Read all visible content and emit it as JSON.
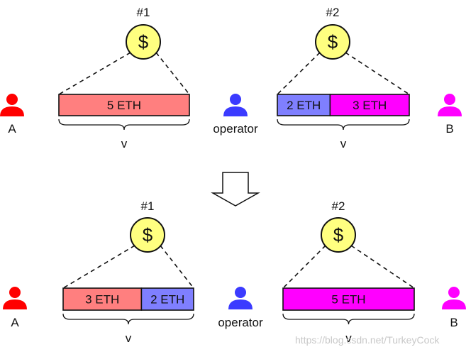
{
  "colors": {
    "party_a": "#ff0000",
    "operator": "#3b3bff",
    "party_b": "#ff00ff",
    "coin_fill": "#ffff80",
    "seg_salmon": "#ff7f7f",
    "seg_blue": "#7f7fff",
    "seg_magenta": "#ff00ff",
    "arrow_fill": "#ffffff"
  },
  "icons": {
    "person": "person-icon",
    "coin": "dollar-coin-icon",
    "arrow": "down-arrow-icon"
  },
  "coin_symbol": "$",
  "states": [
    {
      "party_a_label": "A",
      "operator_label": "operator",
      "party_b_label": "B",
      "channels": [
        {
          "id": "#1",
          "brace_label": "v",
          "segments": [
            {
              "label": "5 ETH",
              "amount": 5,
              "color": "#ff7f7f"
            }
          ]
        },
        {
          "id": "#2",
          "brace_label": "v",
          "segments": [
            {
              "label": "2 ETH",
              "amount": 2,
              "color": "#7f7fff"
            },
            {
              "label": "3 ETH",
              "amount": 3,
              "color": "#ff00ff"
            }
          ]
        }
      ]
    },
    {
      "party_a_label": "A",
      "operator_label": "operator",
      "party_b_label": "B",
      "channels": [
        {
          "id": "#1",
          "brace_label": "v",
          "segments": [
            {
              "label": "3 ETH",
              "amount": 3,
              "color": "#ff7f7f"
            },
            {
              "label": "2 ETH",
              "amount": 2,
              "color": "#7f7fff"
            }
          ]
        },
        {
          "id": "#2",
          "brace_label": "v",
          "segments": [
            {
              "label": "5 ETH",
              "amount": 5,
              "color": "#ff00ff"
            }
          ]
        }
      ]
    }
  ],
  "watermark": "https://blog.csdn.net/TurkeyCock"
}
